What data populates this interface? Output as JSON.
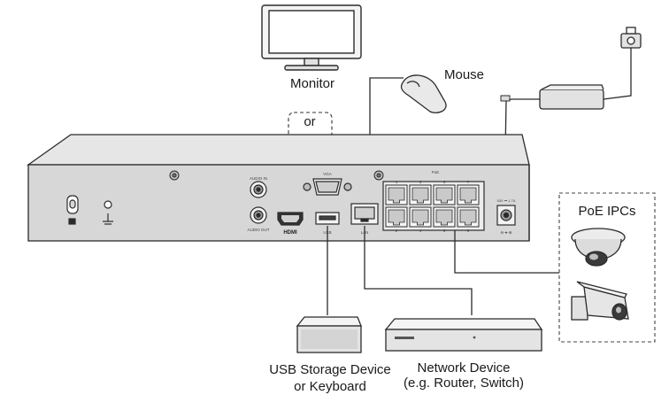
{
  "labels": {
    "monitor": "Monitor",
    "or": "or",
    "mouse": "Mouse",
    "poe_ipcs": "PoE IPCs",
    "usb_device_line1": "USB Storage Device",
    "usb_device_line2": "or Keyboard",
    "network_device_line1": "Network Device",
    "network_device_line2": "(e.g. Router, Switch)"
  },
  "port_labels": {
    "audio_in": "AUDIO IN",
    "audio_out": "AUDIO OUT",
    "hdmi": "HDMI",
    "vga": "VGA",
    "usb": "USB",
    "lan": "LAN",
    "poe": "PoE",
    "dc_in": "53V ⎓ 1.7A"
  },
  "poe_port_numbers": [
    "1",
    "2",
    "3",
    "4",
    "5",
    "6",
    "7",
    "8"
  ],
  "colors": {
    "panel_fill": "#d7d7d7",
    "panel_top": "#e6e6e6",
    "outline": "#2b2b2b",
    "dashed_box": "#444444"
  },
  "icons": [
    "monitor-icon",
    "mouse-icon",
    "power-adapter-icon",
    "dome-camera-icon",
    "bullet-camera-icon",
    "usb-device-icon",
    "network-switch-icon",
    "lock-icon",
    "ground-icon"
  ]
}
